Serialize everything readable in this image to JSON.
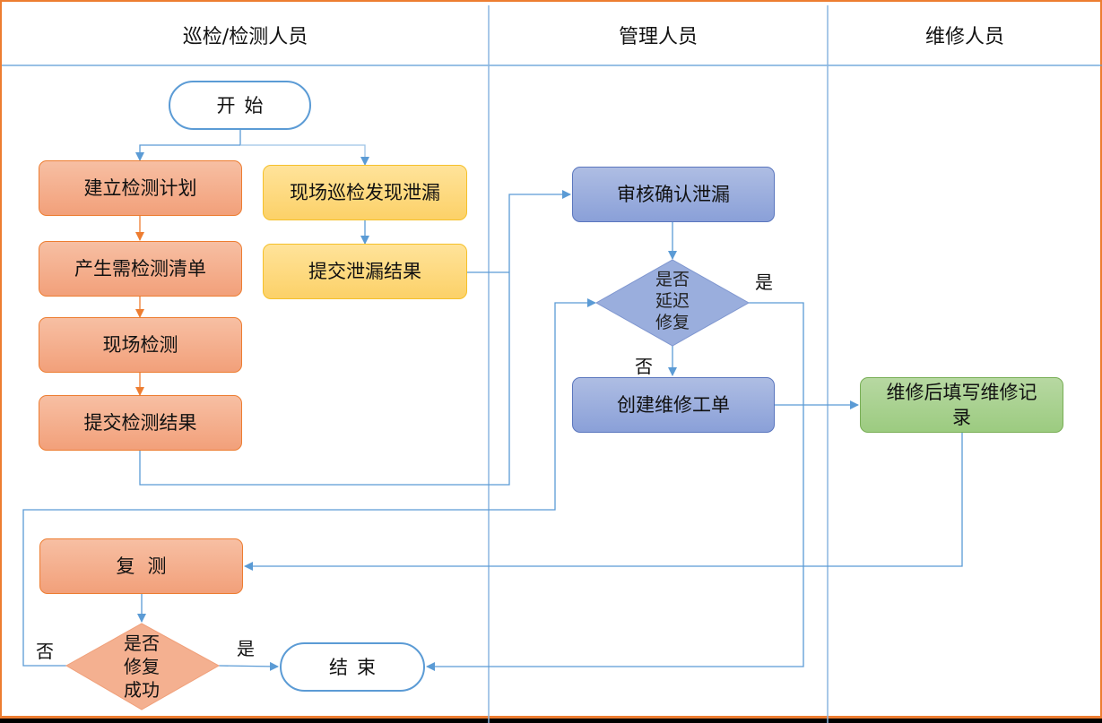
{
  "lanes": [
    {
      "title": "巡检/检测人员"
    },
    {
      "title": "管理人员"
    },
    {
      "title": "维修人员"
    }
  ],
  "nodes": {
    "start": "开始",
    "plan": "建立检测计划",
    "list": "产生需检测清单",
    "onsite": "现场检测",
    "submit_detect": "提交检测结果",
    "patrol": "现场巡检发现泄漏",
    "submit_leak": "提交泄漏结果",
    "review": "审核确认泄漏",
    "delay_decision": [
      "是否",
      "延迟",
      "修复"
    ],
    "work_order": "创建维修工单",
    "repair_record": [
      "维修后填写维修",
      "记",
      "录"
    ],
    "retest": "复测",
    "success_decision": [
      "是否",
      "修复",
      "成功"
    ],
    "end": "结束"
  },
  "edge_labels": {
    "delay_yes": "是",
    "delay_no": "否",
    "success_no": "否",
    "success_yes": "是"
  },
  "colors": {
    "frame": "#ed7d31",
    "lane_line": "#5b9bd5",
    "connector": "#5b9bd5",
    "orange_arrow": "#ed7d31",
    "orange_fill": "#f4b090",
    "yellow_fill": "#fdd878",
    "blue_fill": "#9aaedd",
    "green_fill": "#a9d18e"
  }
}
